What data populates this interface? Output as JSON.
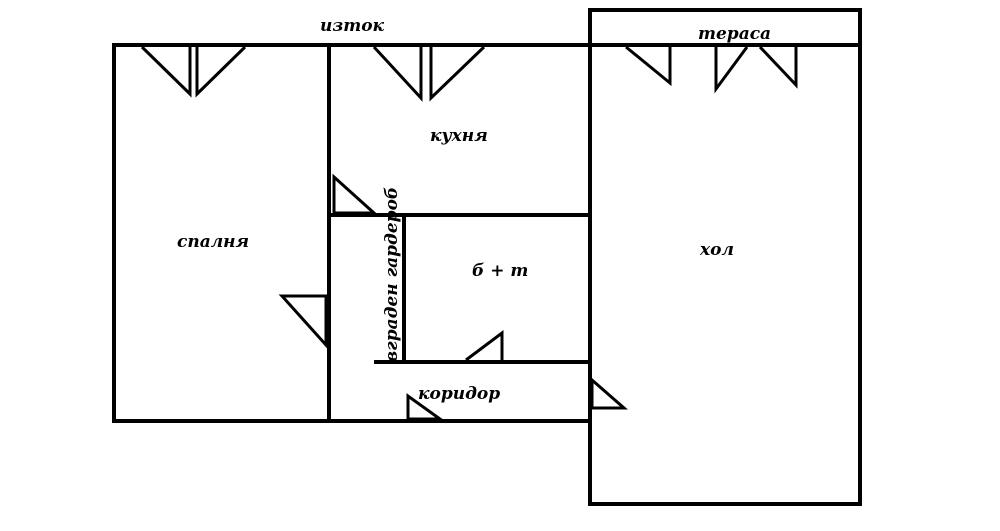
{
  "labels": {
    "orientation": "изток",
    "terrace": "тераса",
    "kitchen": "кухня",
    "bedroom": "спалня",
    "bathroom": "б + т",
    "wardrobe": "вграден гардероб",
    "living_room": "хол",
    "corridor": "коридор"
  },
  "colors": {
    "line": "#000000",
    "background": "#ffffff"
  }
}
